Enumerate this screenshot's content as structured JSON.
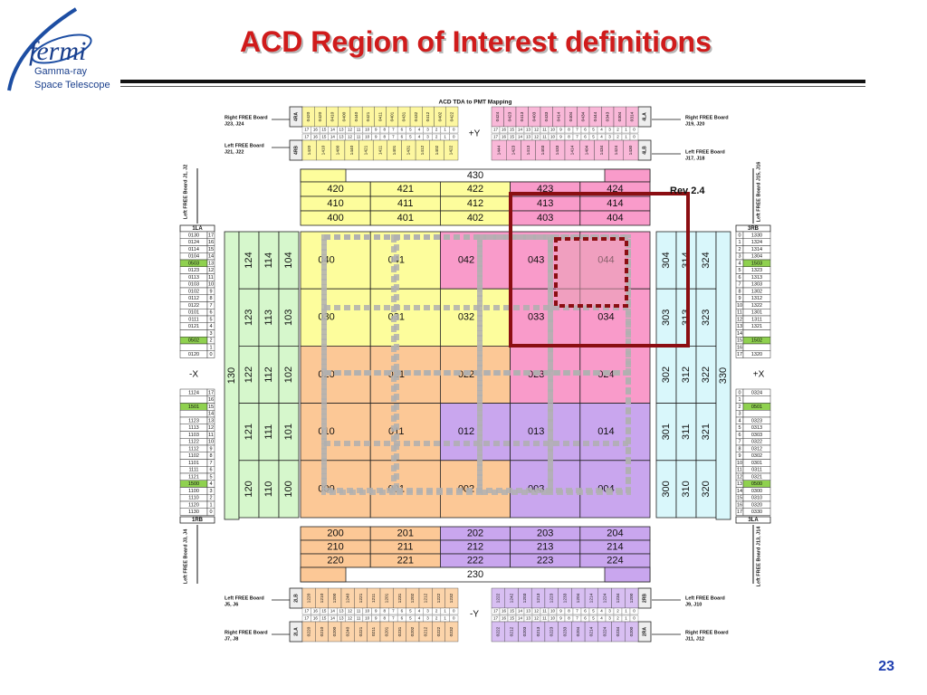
{
  "logo": {
    "brand": "fermi",
    "line1": "Gamma-ray",
    "line2": "Space Telescope"
  },
  "title": "ACD Region of Interest definitions",
  "page_number": "23",
  "diagram": {
    "heading": "ACD TDA to PMT Mapping",
    "rev": "Rev 2.4",
    "axes": {
      "plus_y": "+Y",
      "minus_y": "-Y",
      "minus_x": "-X",
      "plus_x": "+X"
    },
    "board_labels": {
      "top_right": [
        "Right FREE Board",
        "J23, J24"
      ],
      "top_left_board": [
        "Left FREE Board",
        "J21, J22"
      ],
      "top_right2": [
        "Right FREE Board",
        "J19, J20"
      ],
      "top_left2": [
        "Left FREE Board",
        "J17, J18"
      ],
      "bot_left": [
        "Left FREE Board",
        "J5, J6"
      ],
      "bot_right": [
        "Right FREE Board",
        "J7, J8"
      ],
      "bot_left2": [
        "Left FREE Board",
        "J9, J10"
      ],
      "bot_right2": [
        "Right FREE Board",
        "J11, J12"
      ],
      "side_left_top": "Left FREE Board J1, J2",
      "side_left_bot": "Left FREE Board J3, J4",
      "side_right_top": "Left FREE Board J15, J16",
      "side_right_bot": "Left FREE Board J13, J14"
    },
    "top_strip": "430",
    "bottom_strip": "230",
    "left_long": "130",
    "right_long": "330",
    "top_rows": [
      [
        "420",
        "421",
        "422",
        "423",
        "424"
      ],
      [
        "410",
        "411",
        "412",
        "413",
        "414"
      ],
      [
        "400",
        "401",
        "402",
        "403",
        "404"
      ]
    ],
    "bottom_rows": [
      [
        "200",
        "201",
        "202",
        "203",
        "204"
      ],
      [
        "210",
        "211",
        "212",
        "213",
        "214"
      ],
      [
        "220",
        "221",
        "222",
        "223",
        "224"
      ]
    ],
    "top_grid": [
      [
        "040",
        "041",
        "042",
        "043",
        "044"
      ],
      [
        "030",
        "031",
        "032",
        "033",
        "034"
      ],
      [
        "020",
        "021",
        "022",
        "023",
        "024"
      ],
      [
        "010",
        "011",
        "012",
        "013",
        "014"
      ],
      [
        "000",
        "001",
        "002",
        "003",
        "004"
      ]
    ],
    "left_cols": [
      [
        "124",
        "123",
        "122",
        "121",
        "120"
      ],
      [
        "114",
        "113",
        "112",
        "111",
        "110"
      ],
      [
        "104",
        "103",
        "102",
        "101",
        "100"
      ]
    ],
    "right_cols": [
      [
        "304",
        "303",
        "302",
        "301",
        "300"
      ],
      [
        "314",
        "313",
        "312",
        "311",
        "310"
      ],
      [
        "324",
        "323",
        "322",
        "321",
        "320"
      ]
    ],
    "board_tags": {
      "l_top": "1LA",
      "l_bot": "1RB",
      "r_top": "3RB",
      "r_bot": "3LA",
      "t1": "4RA",
      "t2": "4RB",
      "t3": "4LA",
      "t4": "4LB",
      "b1": "2LB",
      "b2": "2LA",
      "b3": "2RB",
      "b4": "2RA"
    },
    "left_list_top": [
      [
        "0130",
        "17"
      ],
      [
        "0124",
        "16"
      ],
      [
        "0114",
        "15"
      ],
      [
        "0104",
        "14"
      ],
      [
        "0503",
        "13"
      ],
      [
        "0123",
        "12"
      ],
      [
        "0113",
        "11"
      ],
      [
        "0103",
        "10"
      ],
      [
        "0102",
        "9"
      ],
      [
        "0112",
        "8"
      ],
      [
        "0122",
        "7"
      ],
      [
        "0101",
        "6"
      ],
      [
        "0111",
        "5"
      ],
      [
        "0121",
        "4"
      ],
      [
        "",
        "3"
      ],
      [
        "0502",
        "2"
      ],
      [
        "",
        "1"
      ],
      [
        "0120",
        "0"
      ]
    ],
    "left_list_bot": [
      [
        "1124",
        "17"
      ],
      [
        "",
        "16"
      ],
      [
        "1501",
        "15"
      ],
      [
        "",
        "14"
      ],
      [
        "1123",
        "13"
      ],
      [
        "1113",
        "12"
      ],
      [
        "1103",
        "11"
      ],
      [
        "1122",
        "10"
      ],
      [
        "1112",
        "9"
      ],
      [
        "1102",
        "8"
      ],
      [
        "1101",
        "7"
      ],
      [
        "1111",
        "6"
      ],
      [
        "1121",
        "5"
      ],
      [
        "1500",
        "4"
      ],
      [
        "1100",
        "3"
      ],
      [
        "1110",
        "2"
      ],
      [
        "1120",
        "1"
      ],
      [
        "1130",
        "0"
      ]
    ],
    "right_list_top": [
      [
        "0",
        "1330"
      ],
      [
        "1",
        "1324"
      ],
      [
        "2",
        "1314"
      ],
      [
        "3",
        "1304"
      ],
      [
        "4",
        "1503"
      ],
      [
        "5",
        "1323"
      ],
      [
        "6",
        "1313"
      ],
      [
        "7",
        "1303"
      ],
      [
        "8",
        "1302"
      ],
      [
        "9",
        "1312"
      ],
      [
        "10",
        "1322"
      ],
      [
        "11",
        "1301"
      ],
      [
        "12",
        "1311"
      ],
      [
        "13",
        "1321"
      ],
      [
        "14",
        ""
      ],
      [
        "15",
        "1502"
      ],
      [
        "16",
        ""
      ],
      [
        "17",
        "1320"
      ]
    ],
    "right_list_bot": [
      [
        "0",
        "0324"
      ],
      [
        "1",
        ""
      ],
      [
        "2",
        "0501"
      ],
      [
        "3",
        ""
      ],
      [
        "4",
        "0323"
      ],
      [
        "5",
        "0313"
      ],
      [
        "6",
        "0303"
      ],
      [
        "7",
        "0322"
      ],
      [
        "8",
        "0312"
      ],
      [
        "9",
        "0302"
      ],
      [
        "10",
        "0301"
      ],
      [
        "11",
        "0311"
      ],
      [
        "12",
        "0321"
      ],
      [
        "13",
        "0500"
      ],
      [
        "14",
        "0300"
      ],
      [
        "15",
        "0310"
      ],
      [
        "16",
        "0320"
      ],
      [
        "17",
        "0330"
      ]
    ],
    "top_bus_a": [
      "0420",
      "0420",
      "0410",
      "0400",
      "0440",
      "0421",
      "0411",
      "0401",
      "0431",
      "0432",
      "0412",
      "0402",
      "0422"
    ],
    "top_bus_b": [
      "1420",
      "1410",
      "1400",
      "1440",
      "1421",
      "1411",
      "1401",
      "1431",
      "1412",
      "1402",
      "1422"
    ],
    "top_bus_c": [
      "0424",
      "0423",
      "0413",
      "0403",
      "0433",
      "0414",
      "0404",
      "0434",
      "0444",
      "0343",
      "0304",
      "0314"
    ],
    "top_bus_d": [
      "1444",
      "1423",
      "1413",
      "1403",
      "1433",
      "1414",
      "1404",
      "1434",
      "1424",
      "1430"
    ],
    "bot_bus_a": [
      "1220",
      "1210",
      "1200",
      "1240",
      "1221",
      "1211",
      "1201",
      "1231",
      "1202",
      "1212",
      "1222",
      "1232"
    ],
    "bot_bus_b": [
      "0220",
      "0210",
      "0200",
      "0240",
      "0221",
      "0211",
      "0201",
      "0231",
      "0202",
      "0212",
      "0222",
      "0232"
    ],
    "bot_bus_c": [
      "1222",
      "1242",
      "1203",
      "1213",
      "1223",
      "1233",
      "1204",
      "1214",
      "1224",
      "1234",
      "1200"
    ],
    "bot_bus_d": [
      "0222",
      "0212",
      "0203",
      "0213",
      "0223",
      "0233",
      "0204",
      "0214",
      "0224",
      "0234",
      "0200"
    ],
    "pin_numbers": [
      "17",
      "16",
      "15",
      "14",
      "13",
      "12",
      "11",
      "10",
      "9",
      "8",
      "7",
      "6",
      "5",
      "4",
      "3",
      "2",
      "1",
      "0"
    ],
    "colors": {
      "yellow": "#fdfd9c",
      "orange": "#fcc896",
      "pink": "#f99bca",
      "purple": "#c9a6ee",
      "green": "#d6f7cc",
      "cyan": "#d9f7fb",
      "roi": "#8b0e12",
      "accent": "#d01b1b"
    }
  }
}
